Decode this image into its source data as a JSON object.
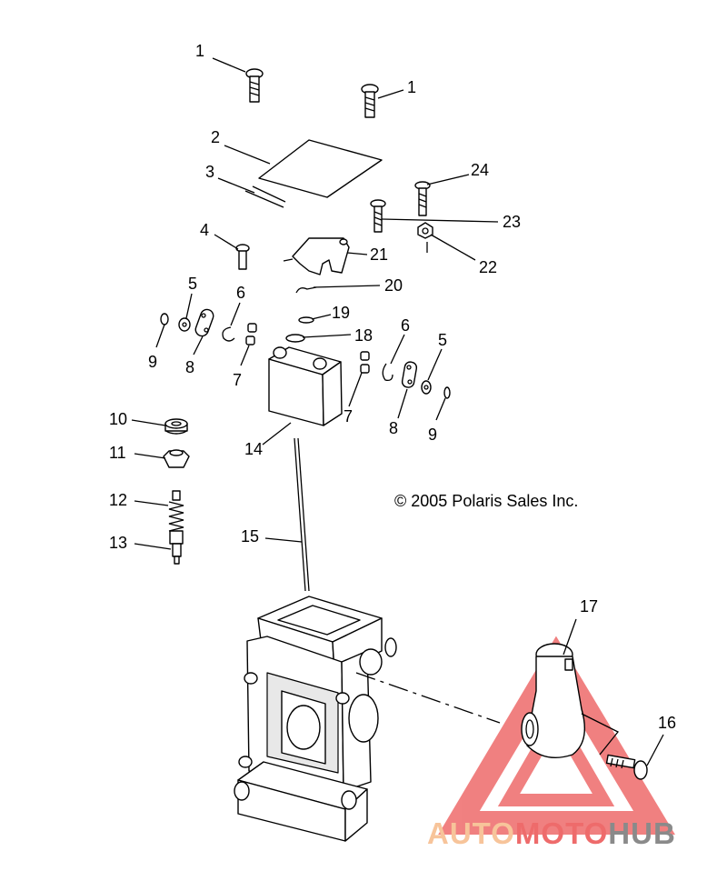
{
  "copyright": "© 2005 Polaris Sales Inc.",
  "watermark": {
    "part1": "AUTO",
    "part2": "MOTO",
    "part3": "HUB",
    "color_orange": "#f7c49a",
    "color_red": "#ee6b6b",
    "color_gray": "#8a8a8a"
  },
  "labels": {
    "l1a": "1",
    "l1b": "1",
    "l2": "2",
    "l3": "3",
    "l4": "4",
    "l5a": "5",
    "l5b": "5",
    "l6a": "6",
    "l6b": "6",
    "l7a": "7",
    "l7b": "7",
    "l8a": "8",
    "l8b": "8",
    "l9a": "9",
    "l9b": "9",
    "l10": "10",
    "l11": "11",
    "l12": "12",
    "l13": "13",
    "l14": "14",
    "l15": "15",
    "l16": "16",
    "l17": "17",
    "l18": "18",
    "l19": "19",
    "l20": "20",
    "l21": "21",
    "l22": "22",
    "l23": "23",
    "l24": "24"
  }
}
